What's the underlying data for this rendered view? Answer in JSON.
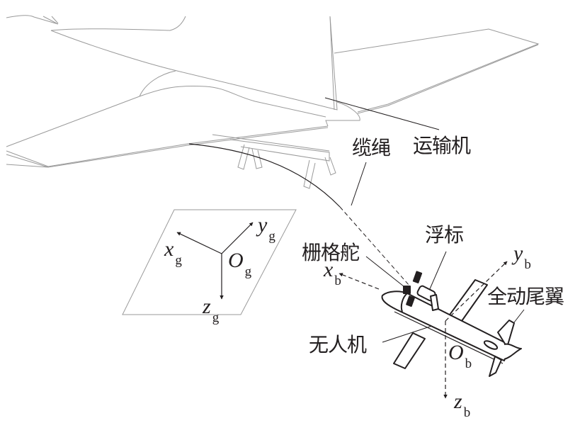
{
  "diagram": {
    "title": "",
    "colors": {
      "outline_light": "#9a9a9a",
      "outline_dark": "#231f20",
      "background": "#ffffff"
    },
    "components": {
      "transport_aircraft": {
        "label": "运输机"
      },
      "cable": {
        "label": "缆绳"
      },
      "uav": {
        "label": "无人机"
      },
      "buoy": {
        "label": "浮标"
      },
      "grid_fin": {
        "label": "栅格舵"
      },
      "all_moving_tail": {
        "label": "全动尾翼"
      }
    },
    "ground_frame": {
      "origin": {
        "symbol": "O",
        "subscript": "g"
      },
      "axes": [
        {
          "symbol": "x",
          "subscript": "g"
        },
        {
          "symbol": "y",
          "subscript": "g"
        },
        {
          "symbol": "z",
          "subscript": "g"
        }
      ]
    },
    "body_frame": {
      "origin": {
        "symbol": "O",
        "subscript": "b"
      },
      "axes": [
        {
          "symbol": "x",
          "subscript": "b"
        },
        {
          "symbol": "y",
          "subscript": "b"
        },
        {
          "symbol": "z",
          "subscript": "b"
        }
      ]
    }
  }
}
